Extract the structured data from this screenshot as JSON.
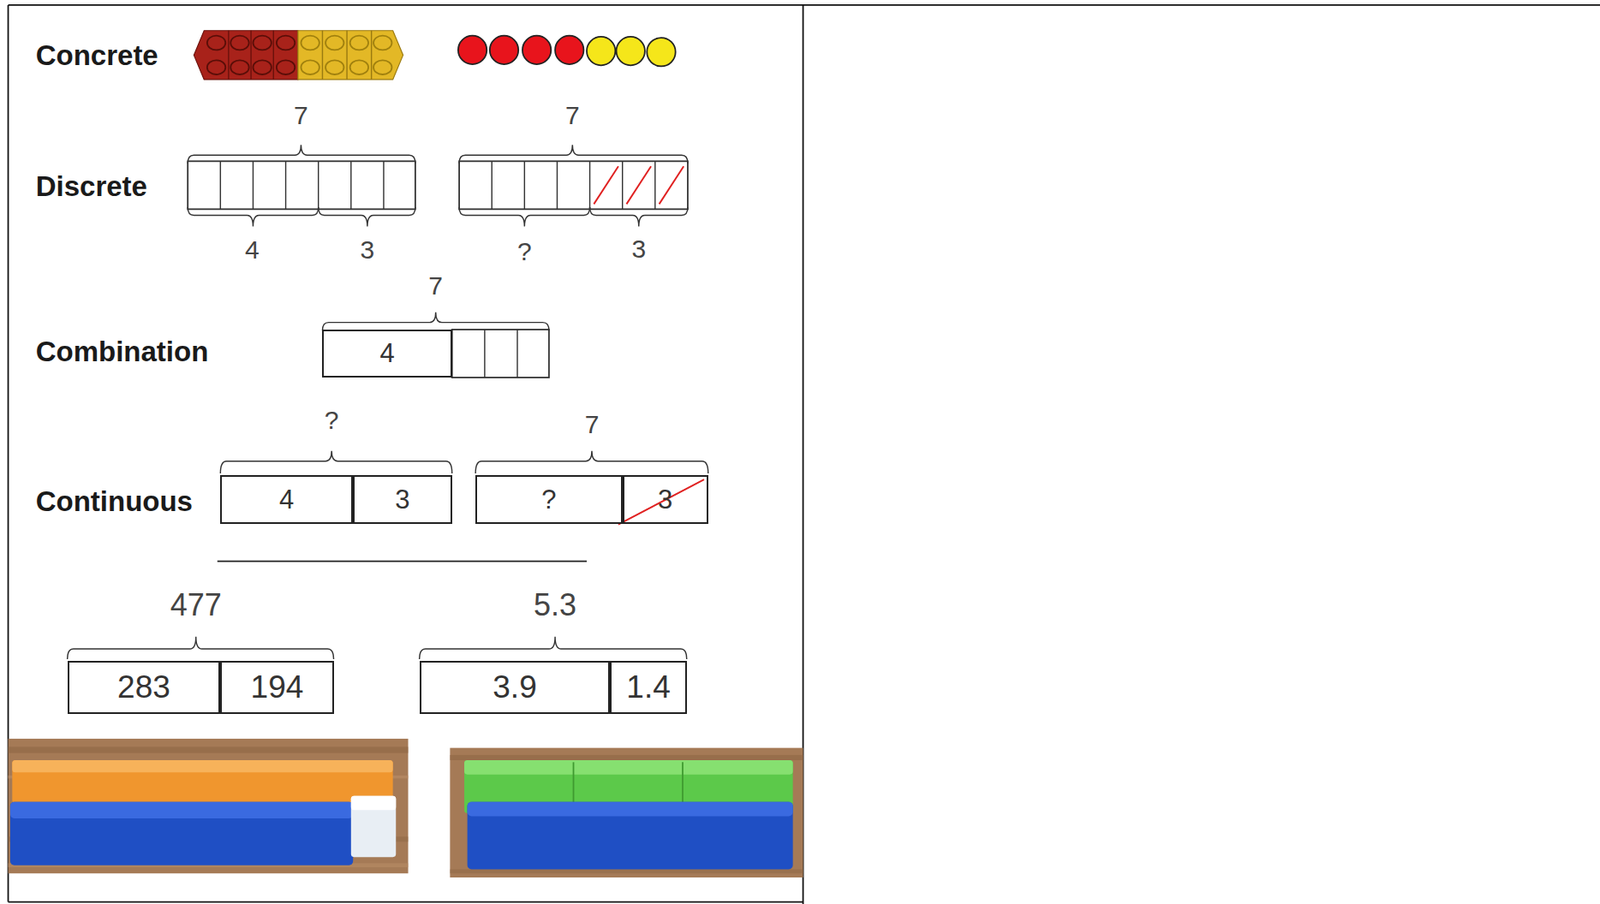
{
  "diagram": {
    "nodes": [
      {
        "text": [
          "4"
        ]
      },
      {
        "text": [
          "4"
        ]
      },
      {
        "text": [
          "3"
        ]
      },
      {
        "text": [
          "?"
        ]
      },
      {
        "text": [
          "3"
        ]
      },
      {
        "text": [
          "283"
        ]
      },
      {
        "text": [
          "194"
        ]
      },
      {
        "text": [
          "3.9"
        ]
      },
      {
        "text": [
          "1.4"
        ]
      }
    ],
    "labels": [
      "Concrete",
      "7",
      "7",
      "Discrete",
      "4",
      "3",
      "?",
      "3",
      "7",
      "Combination",
      "?",
      "7",
      "Continuous",
      "477",
      "5.3"
    ]
  }
}
